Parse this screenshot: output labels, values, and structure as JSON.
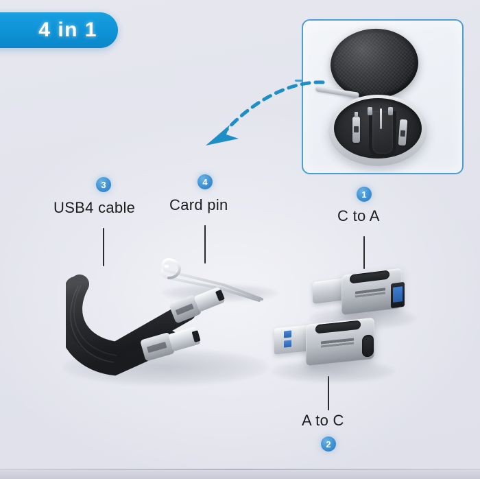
{
  "image": {
    "subject": "4-in-1 USB adapter kit product photo",
    "background_color": "#e3e4ec"
  },
  "badge_pill": {
    "text": "4 in 1",
    "color": "#0e92d6",
    "text_color": "#ffffff"
  },
  "inset": {
    "name": "storage-case-inset",
    "border_color": "#4a9ed4",
    "contents": "round zipper case open showing cable, two adapters and card pin"
  },
  "arrow": {
    "name": "dashed-curved-arrow",
    "color": "#1e8fc6",
    "style": "dashed"
  },
  "accent_color": "#3f90d2",
  "items": [
    {
      "number": "1",
      "label": "C to A",
      "name": "c-to-a-adapter",
      "label_position": "above"
    },
    {
      "number": "2",
      "label": "A to C",
      "name": "a-to-c-adapter",
      "label_position": "below"
    },
    {
      "number": "3",
      "label": "USB4 cable",
      "name": "usb4-cable",
      "label_position": "above"
    },
    {
      "number": "4",
      "label": "Card pin",
      "name": "card-pin",
      "label_position": "above"
    }
  ]
}
